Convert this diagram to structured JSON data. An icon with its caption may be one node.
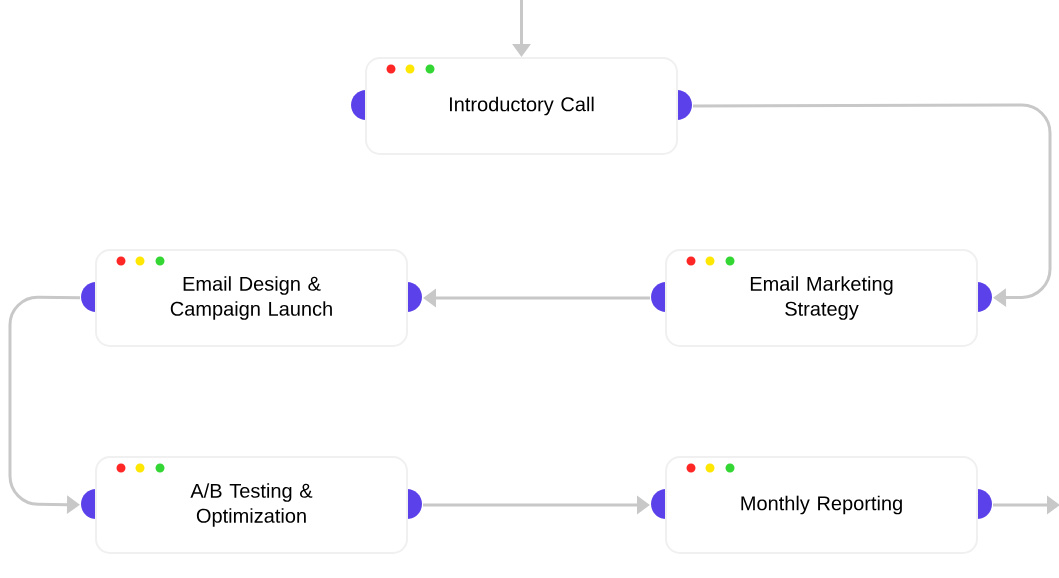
{
  "diagram": {
    "nodes": [
      {
        "text": [
          "Introductory Call"
        ]
      },
      {
        "text": [
          "Email Marketing Strategy"
        ]
      },
      {
        "text": [
          "Email Design & Campaign Launch"
        ]
      },
      {
        "text": [
          "A/B Testing & Optimization"
        ]
      },
      {
        "text": [
          "Monthly Reporting"
        ]
      }
    ],
    "edges": [
      {
        "from": null,
        "to": 0,
        "arrow": "to"
      },
      {
        "from": 0,
        "to": 1,
        "arrow": "to"
      },
      {
        "from": 1,
        "to": 2,
        "arrow": "to"
      },
      {
        "from": 2,
        "to": 3,
        "arrow": "to"
      },
      {
        "from": 3,
        "to": 4,
        "arrow": "to"
      },
      {
        "from": 4,
        "to": null,
        "arrow": "to"
      }
    ]
  }
}
